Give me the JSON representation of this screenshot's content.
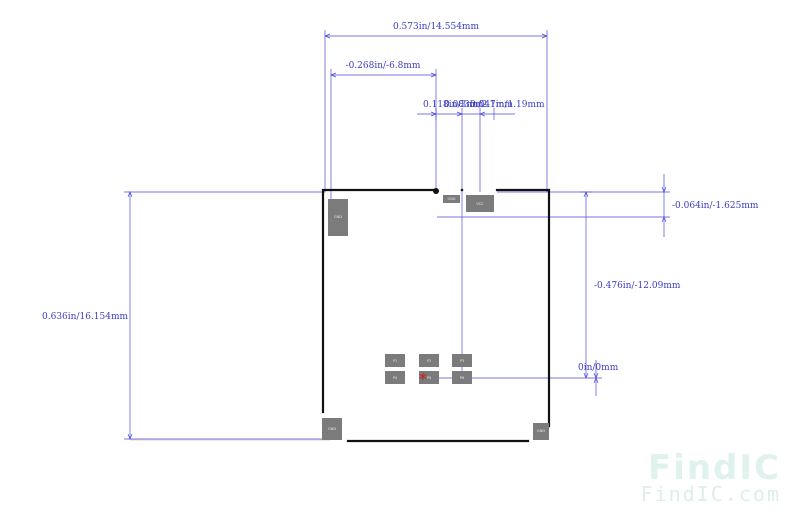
{
  "dimensions": {
    "total_width": "0.573in/14.554mm",
    "left_offset": "-0.268in/-6.8mm",
    "pin_spacing_a": "0.118in/3mm",
    "pin_spacing_b": "0.083in/2.1mm",
    "pin_spacing_c": "0.047in/1.19mm",
    "top_offset": "-0.064in/-1.625mm",
    "inner_height": "-0.476in/-12.09mm",
    "origin": "0in/0mm",
    "total_height": "0.636in/16.154mm"
  },
  "pads": {
    "left_top": "GND",
    "top_small": "GND",
    "top_right": "VCC",
    "p1": "P1",
    "p2": "P2",
    "p3": "P3",
    "p4": "P4",
    "p5": "P5",
    "p6": "P6",
    "bottom_left": "GND",
    "bottom_right": "GND"
  },
  "origin_marker": "*",
  "watermark": {
    "logo": "FindIC",
    "url": "FindIC.com"
  },
  "colors": {
    "dimension": "#4a4ad8",
    "outline": "#111111",
    "pad": "#7b7b7b",
    "origin": "#cc1f1f",
    "watermark": "#dff2ee"
  }
}
